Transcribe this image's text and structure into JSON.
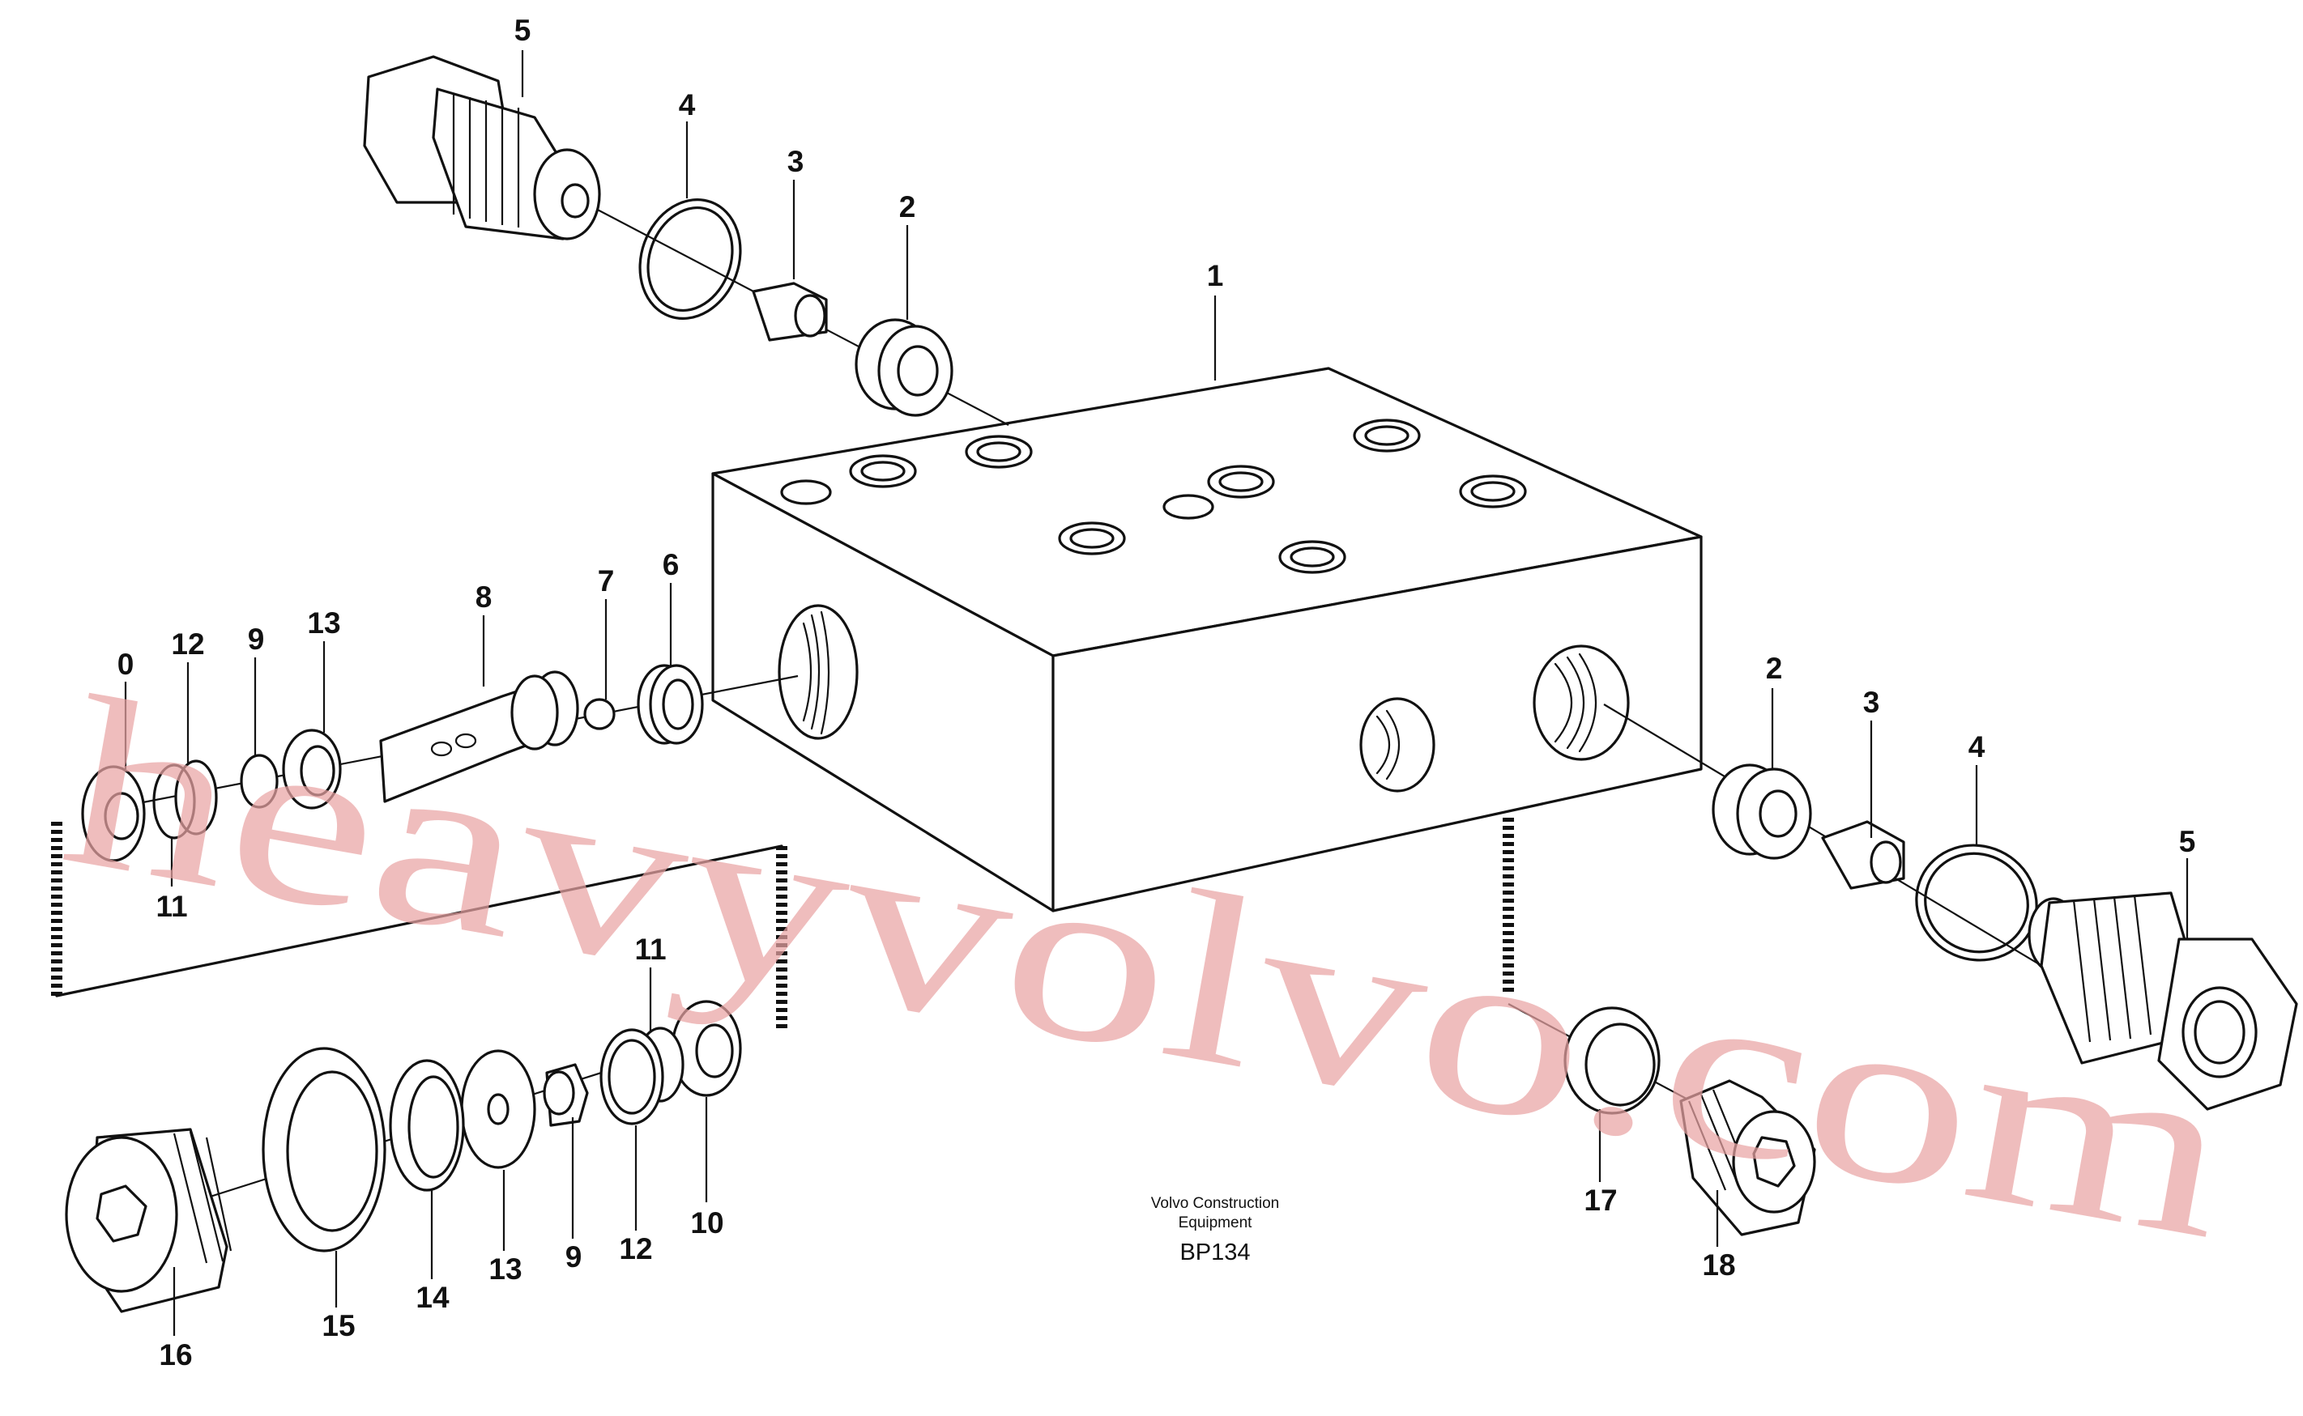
{
  "diagram": {
    "labels": [
      "1",
      "2",
      "3",
      "4",
      "5",
      "2",
      "3",
      "4",
      "5",
      "6",
      "7",
      "8",
      "13",
      "9",
      "12",
      "0",
      "11",
      "11",
      "10",
      "12",
      "9",
      "13",
      "14",
      "15",
      "16",
      "17",
      "18"
    ],
    "credit_line1": "Volvo Construction",
    "credit_line2": "Equipment",
    "figure_code": "BP134",
    "watermark": "heavyvolvo.com"
  }
}
